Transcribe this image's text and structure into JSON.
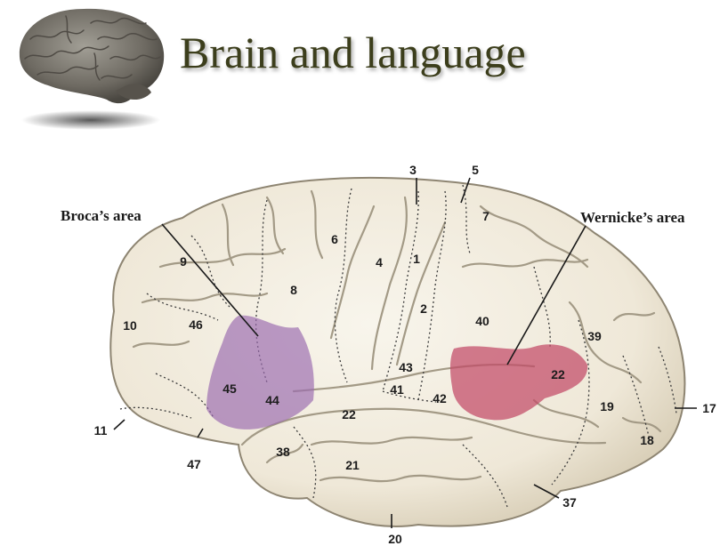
{
  "slide": {
    "title": "Brain and language",
    "logo_icon": "brain-photo-icon"
  },
  "diagram": {
    "callouts": {
      "broca": "Broca’s area",
      "wernicke": "Wernicke’s area"
    },
    "areas": [
      "3",
      "5",
      "7",
      "6",
      "4",
      "1",
      "9",
      "8",
      "2",
      "40",
      "10",
      "46",
      "39",
      "43",
      "45",
      "44",
      "41",
      "42",
      "22",
      "22",
      "19",
      "17",
      "11",
      "18",
      "38",
      "21",
      "47",
      "37",
      "20"
    ],
    "highlight_colors": {
      "broca": "#9b6cb0",
      "wernicke": "#c24a66"
    }
  }
}
